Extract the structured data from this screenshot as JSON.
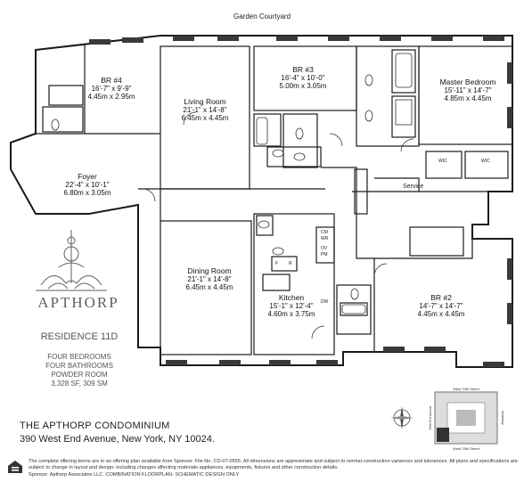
{
  "courtyard_label": "Garden Courtyard",
  "rooms": {
    "br4": {
      "name": "BR #4",
      "imperial": "16'-7\" x 9'-9\"",
      "metric": "4.45m x 2.95m"
    },
    "living": {
      "name": "Living Room",
      "imperial": "21'-1\" x 14'-8\"",
      "metric": "6.45m x 4.45m"
    },
    "br3": {
      "name": "BR #3",
      "imperial": "16'-4\" x 10'-0\"",
      "metric": "5.00m x 3.05m"
    },
    "master": {
      "name": "Master Bedroom",
      "imperial": "15'-11\" x 14'-7\"",
      "metric": "4.85m x 4.45m"
    },
    "foyer": {
      "name": "Foyer",
      "imperial": "22'-4\" x 10'-1\"",
      "metric": "6.80m x 3.05m"
    },
    "dining": {
      "name": "Dining Room",
      "imperial": "21'-1\" x 14'-8\"",
      "metric": "6.45m x 4.45m"
    },
    "kitchen": {
      "name": "Kitchen",
      "imperial": "15'-1\" x 12'-4\"",
      "metric": "4.60m x 3.75m"
    },
    "br2": {
      "name": "BR #2",
      "imperial": "14'-7\" x 14'-7\"",
      "metric": "4.45m x 4.45m"
    }
  },
  "small_labels": {
    "wic_1": "WIC",
    "wic_2": "WIC",
    "service": "Service",
    "cm": "CM",
    "wr": "WR",
    "ov": "OV",
    "pm": "PM",
    "fridge_f": "F",
    "fridge_r": "R",
    "dw": "DW"
  },
  "brand": "APTHORP",
  "residence": "RESIDENCE 11D",
  "specs": [
    "FOUR BEDROOMS",
    "FOUR BATHROOMS",
    "POWDER ROOM",
    "3,328 SF, 309 SM"
  ],
  "condo_name": "THE APTHORP CONDOMINIUM",
  "address": "390 West End Avenue, New York, NY 10024.",
  "disclaimer": "The complete offering terms are in an offering plan available from Sponsor. File No. CD-07-0555. All dimensions are approximate and subject to normal construction variances and tolerances. All plans and specifications are subject to change in layout and design; including changes affecting materials appliances, equipments, fixtures and other construction details.",
  "sponsor": "Sponsor: Apthorp Associates LLC.  COMBINATION FLOORPLAN- SCHEMATIC DESIGN ONLY",
  "keymap": {
    "north": "West 79th Street",
    "south": "West 78th Street",
    "west": "West End Avenue",
    "east": "Broadway"
  },
  "colors": {
    "wall": "#1a1a1a",
    "window": "#3a3a3a",
    "brand": "#5a5f68"
  }
}
